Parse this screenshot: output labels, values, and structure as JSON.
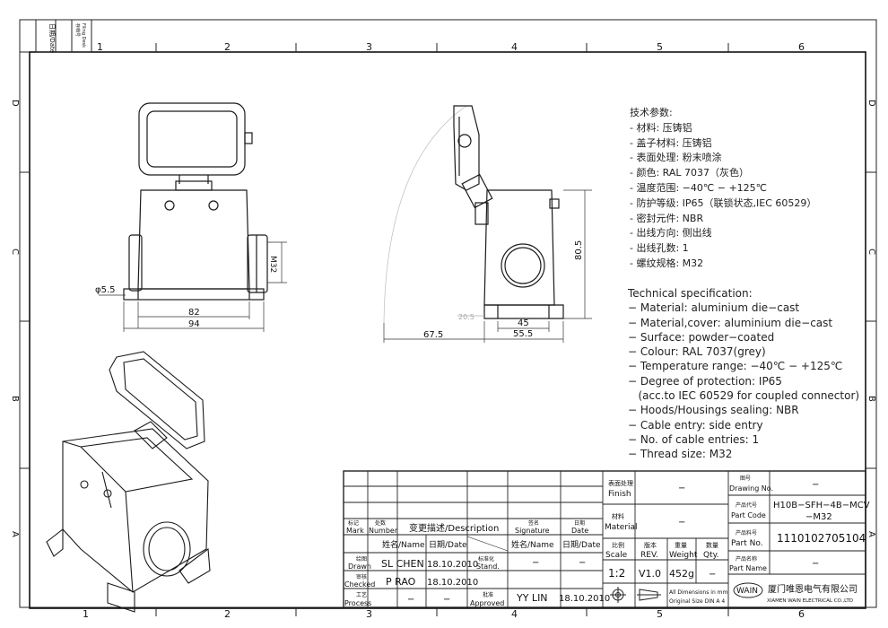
{
  "sheet": {
    "columns": [
      "1",
      "2",
      "3",
      "4",
      "5",
      "6"
    ],
    "rows": [
      "D",
      "C",
      "B",
      "A"
    ],
    "corner": {
      "date_label": "日期/Date",
      "filing_label": "存档号",
      "filing_en": "Filing Desk"
    }
  },
  "front_view": {
    "dim_82": "82",
    "dim_94": "94",
    "dim_hole": "φ5.5",
    "dim_thread": "M32"
  },
  "side_view": {
    "dim_80_5": "80.5",
    "dim_20_5": "20.5",
    "dim_45": "45",
    "dim_55_5": "55.5",
    "dim_67_5": "67.5"
  },
  "spec_cn": {
    "title": "技术参数:",
    "items": [
      "- 材料: 压铸铝",
      "- 盖子材料: 压铸铝",
      "- 表面处理: 粉末喷涂",
      "- 颜色: RAL 7037（灰色）",
      "- 温度范围: −40℃ − +125℃",
      "- 防护等级: IP65（联锁状态,IEC 60529）",
      "- 密封元件: NBR",
      "- 出线方向: 侧出线",
      "- 出线孔数: 1",
      "- 螺纹规格: M32"
    ]
  },
  "spec_en": {
    "title": "Technical specification:",
    "items": [
      "− Material: aluminium die−cast",
      "− Material,cover: aluminium die−cast",
      "− Surface: powder−coated",
      "− Colour: RAL 7037(grey)",
      "− Temperature range: −40℃ − +125℃",
      "− Degree of protection: IP65",
      "   (acc.to IEC 60529 for coupled connector)",
      "− Hoods/Housings sealing: NBR",
      "− Cable entry: side entry",
      "− No. of cable entries: 1",
      "− Thread size: M32"
    ]
  },
  "title_block": {
    "mark_cn": "标记",
    "mark_en": "Mark",
    "number_cn": "处数",
    "number_en": "Number",
    "desc": "变更描述/Description",
    "sig_cn": "签名",
    "sig_en": "Signature",
    "date_cn": "日期",
    "date_en": "Date",
    "name_date_1": "姓名/Name",
    "date_date_1": "日期/Date",
    "name_date_2": "姓名/Name",
    "date_date_2": "日期/Date",
    "drawn_cn": "绘图",
    "drawn_en": "Drawn",
    "drawn_name": "SL CHEN",
    "drawn_date": "18.10.2010",
    "checked_cn": "审核",
    "checked_en": "Checked",
    "checked_name": "P RAO",
    "checked_date": "18.10.2010",
    "process_cn": "工艺",
    "process_en": "Process",
    "process_name": "−",
    "process_date": "−",
    "stand_cn": "标准化",
    "stand_en": "Stand.",
    "stand_val1": "−",
    "stand_val2": "−",
    "approved_cn": "批准",
    "approved_en": "Approved",
    "approved_name": "YY LIN",
    "approved_date": "18.10.2010",
    "finish_cn": "表面处理",
    "finish_en": "Finish",
    "finish_val": "−",
    "material_cn": "材料",
    "material_en": "Material",
    "material_val": "−",
    "scale_cn": "比例",
    "scale_en": "Scale",
    "scale_val": "1:2",
    "rev_cn": "版本",
    "rev_en": "REV.",
    "rev_val": "V1.0",
    "weight_cn": "重量",
    "weight_en": "Weight",
    "weight_val": "452g",
    "qty_cn": "数量",
    "qty_en": "Qty.",
    "qty_val": "−",
    "dims_note1": "All Dimensions in mm",
    "dims_note2": "Original Size DIN A 4",
    "drawing_no_cn": "图号",
    "drawing_no_en": "Drawing No.",
    "drawing_no_val": "−",
    "part_code_cn": "产品代号",
    "part_code_en": "Part Code",
    "part_code_val1": "H10B−SFH−4B−MCV",
    "part_code_val2": "−M32",
    "part_no_cn": "产品料号",
    "part_no_en": "Part No.",
    "part_no_val": "1110102705104",
    "part_name_cn": "产品名称",
    "part_name_en": "Part Name",
    "part_name_val": "−",
    "company_logo": "WAIN",
    "company_cn": "厦门唯恩电气有限公司",
    "company_en": "XIAMEN WAIN ELECTRICAL CO.,LTD"
  },
  "colors": {
    "line": "#1a1a1a",
    "thin": "#555555",
    "faint": "#aaaaaa"
  }
}
